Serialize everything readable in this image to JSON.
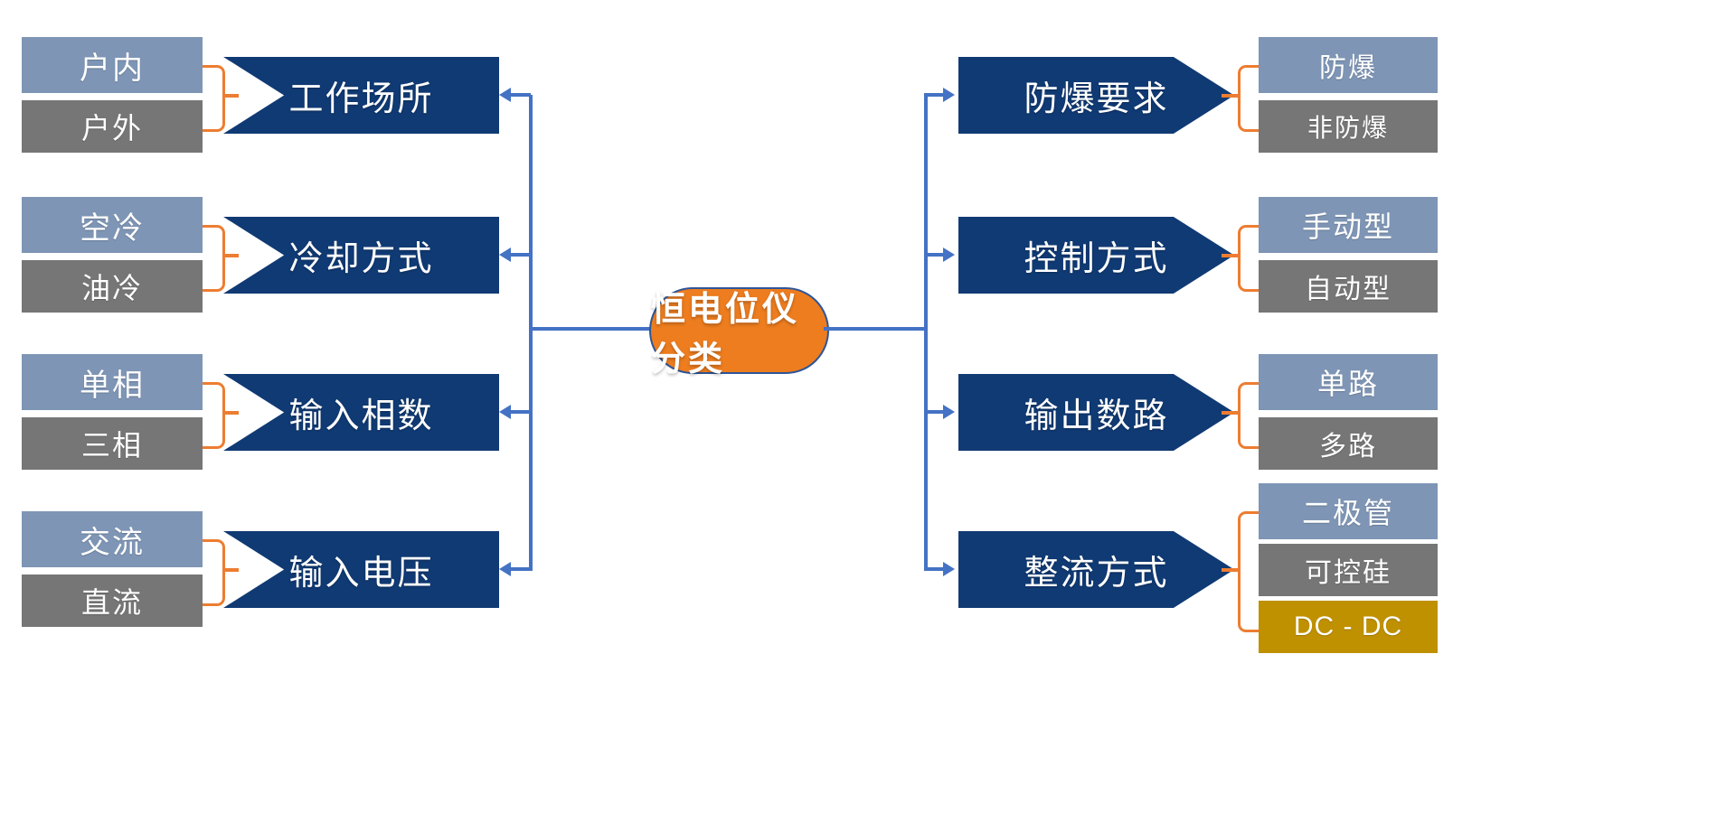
{
  "diagram": {
    "title": "恒电位仪分类",
    "center": {
      "label": "恒电位仪分类",
      "color": "#ed7d1f",
      "border_color": "#2f5597"
    },
    "palette": {
      "branch": "#103a74",
      "leaf_blue": "#7e95b5",
      "leaf_gray": "#767676",
      "leaf_gold": "#bf9000",
      "connector": "#4472c4",
      "bracket": "#ed7d31",
      "background": "#ffffff"
    },
    "left_branches": [
      {
        "label": "工作场所",
        "leaves": [
          {
            "label": "户内",
            "color": "leaf_blue"
          },
          {
            "label": "户外",
            "color": "leaf_gray"
          }
        ]
      },
      {
        "label": "冷却方式",
        "leaves": [
          {
            "label": "空冷",
            "color": "leaf_blue"
          },
          {
            "label": "油冷",
            "color": "leaf_gray"
          }
        ]
      },
      {
        "label": "输入相数",
        "leaves": [
          {
            "label": "单相",
            "color": "leaf_blue"
          },
          {
            "label": "三相",
            "color": "leaf_gray"
          }
        ]
      },
      {
        "label": "输入电压",
        "leaves": [
          {
            "label": "交流",
            "color": "leaf_blue"
          },
          {
            "label": "直流",
            "color": "leaf_gray"
          }
        ]
      }
    ],
    "right_branches": [
      {
        "label": "防爆要求",
        "leaves": [
          {
            "label": "防爆",
            "color": "leaf_blue"
          },
          {
            "label": "非防爆",
            "color": "leaf_gray"
          }
        ]
      },
      {
        "label": "控制方式",
        "leaves": [
          {
            "label": "手动型",
            "color": "leaf_blue"
          },
          {
            "label": "自动型",
            "color": "leaf_gray"
          }
        ]
      },
      {
        "label": "输出数路",
        "leaves": [
          {
            "label": "单路",
            "color": "leaf_blue"
          },
          {
            "label": "多路",
            "color": "leaf_gray"
          }
        ]
      },
      {
        "label": "整流方式",
        "leaves": [
          {
            "label": "二极管",
            "color": "leaf_blue"
          },
          {
            "label": "可控硅",
            "color": "leaf_gray"
          },
          {
            "label": "DC - DC",
            "color": "leaf_gold"
          }
        ]
      }
    ]
  }
}
